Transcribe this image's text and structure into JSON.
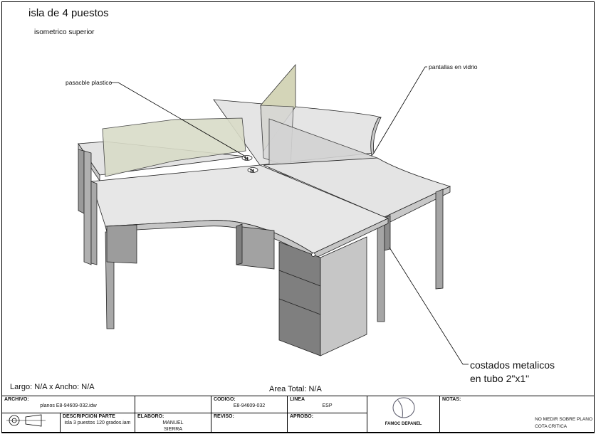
{
  "drawing": {
    "title": "isla de 4 puestos",
    "view": "isometrico superior",
    "callouts": {
      "pasacable": "pasacble plastico",
      "pantallas": "pantallas en vidrio",
      "costados_line1": "costados metalicos",
      "costados_line2": "en tubo 2\"x1\""
    },
    "dimensions": "Largo: N/A x Ancho: N/A",
    "area": "Area Total: N/A"
  },
  "title_block": {
    "archivo_label": "ARCHIVO:",
    "archivo_value": "planos E8-94609-032.idw",
    "descripcion_label": "DESCRIPCION PARTE",
    "descripcion_value": "isla 3 puestos 120 grados.iam",
    "codigo_label": "CODIGO:",
    "codigo_value": "E8-94609-032",
    "linea_label": "LINEA",
    "linea_value": "ESP",
    "elaboro_label": "ELABORO:",
    "elaboro_value_1": "MANUEL",
    "elaboro_value_2": "SIERRA",
    "reviso_label": "REVISO:",
    "aprobo_label": "APROBO:",
    "company": "FAMOC DEPANEL",
    "notas_label": "NOTAS:",
    "note_1": "NO MEDIR SOBRE PLANO",
    "note_2": "COTA CRITICA"
  },
  "colors": {
    "desk_top": "#e6e6e6",
    "desk_edge": "#c9c9c9",
    "leg": "#a9a9a9",
    "pedestal": "#7d7d7d",
    "glass_frost": "#d4d8c4",
    "glass_clear": "#d9d9d9",
    "line": "#222222"
  }
}
